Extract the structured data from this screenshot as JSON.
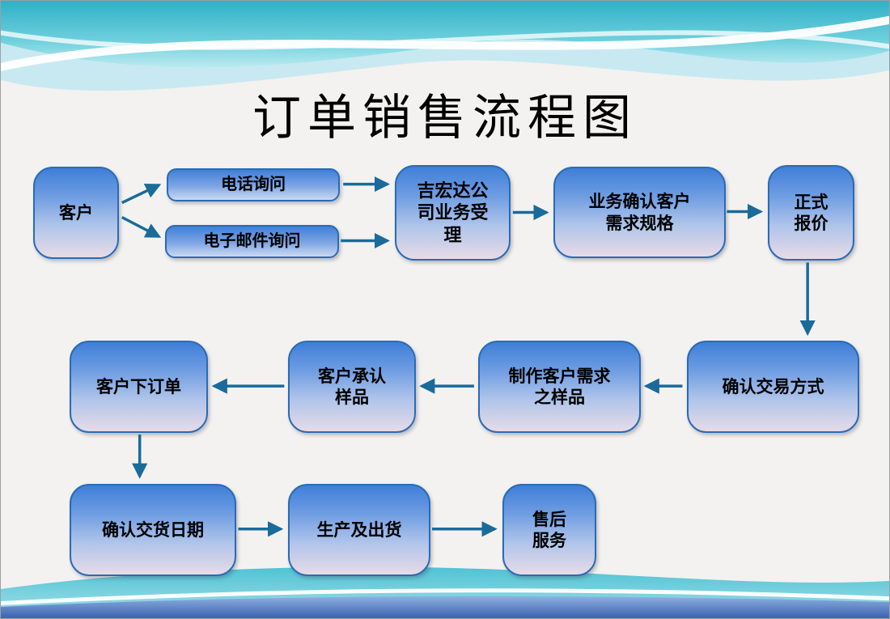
{
  "slide": {
    "title": "订单销售流程图"
  },
  "nodes": {
    "customer": "客户",
    "phone_inquiry": "电话询问",
    "email_inquiry": "电子邮件询问",
    "company_acceptance": "吉宏达公\n司业务受\n理",
    "confirm_requirements": "业务确认客户\n需求规格",
    "formal_quote": "正式\n报价",
    "confirm_transaction": "确认交易方式",
    "make_sample": "制作客户需求\n之样品",
    "approve_sample": "客户承认\n样品",
    "place_order": "客户下订单",
    "confirm_delivery_date": "确认交货日期",
    "production_shipping": "生产及出货",
    "after_sales": "售后\n服务"
  },
  "colors": {
    "box_fill_top": "#3f7fd8",
    "box_fill_bottom": "#e7dbe7",
    "box_border": "#2a6bb5",
    "arrow": "#1a6b9a",
    "teal_wave": "#35b5cb",
    "bottom_band_blue": "#3a62b0",
    "background": "#f3f2f0"
  }
}
